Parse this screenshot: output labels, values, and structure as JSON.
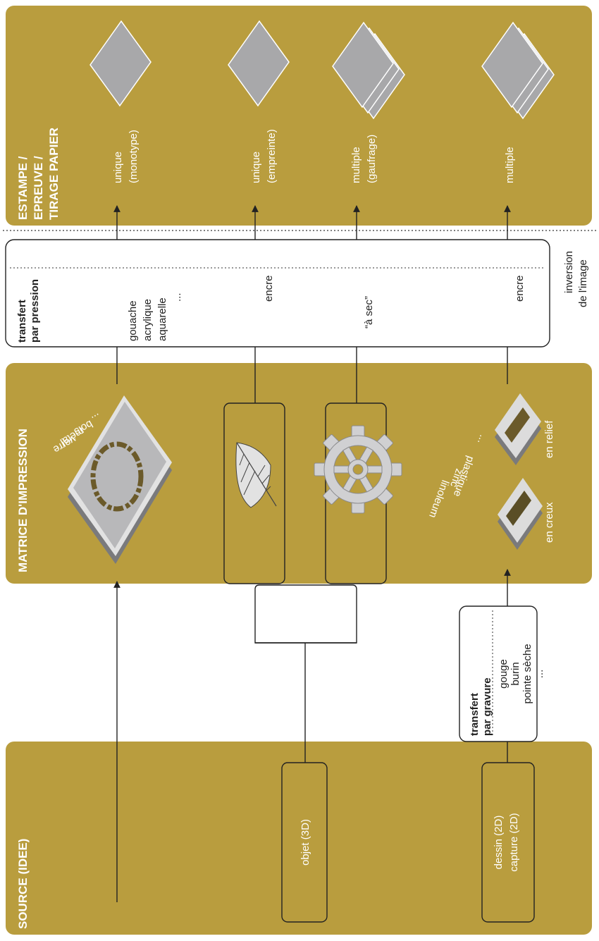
{
  "columns": {
    "source": "SOURCE (IDEE)",
    "matrice": "MATRICE D'IMPRESSION",
    "estampe": [
      "ESTAMPE /",
      "EPREUVE /",
      "TIRAGE PAPIER"
    ]
  },
  "sources": {
    "objet": "objet (3D)",
    "dessin": [
      "dessin (2D)",
      "capture (2D)"
    ]
  },
  "gravure": {
    "title": [
      "transfert",
      "par gravure"
    ],
    "tools": [
      "gouge",
      "burin",
      "pointe sèche",
      "..."
    ]
  },
  "pression": {
    "title": [
      "transfert",
      "par pression"
    ],
    "row1": [
      "gouache",
      "acrylique",
      "aquarelle",
      "..."
    ],
    "row2": "encre",
    "row3": "“à sec”",
    "row4": "encre"
  },
  "matrice": {
    "materials1": [
      "verre",
      "métal",
      "bois",
      "..."
    ],
    "materials2": [
      "linoleum",
      "zinc",
      "plastique",
      "..."
    ],
    "en_creux": "en creux",
    "en_relief": "en relief"
  },
  "outputs": {
    "row1": [
      "unique",
      "(monotype)"
    ],
    "row2": [
      "unique",
      "(empreinte)"
    ],
    "row3": [
      "multiple",
      "(gaufrage)"
    ],
    "row4": "multiple"
  },
  "inversion": [
    "inversion",
    "de l'image"
  ],
  "colors": {
    "gold": "#b99d3e",
    "line": "#222222",
    "gray": "#a8a8aa",
    "darkgray": "#7a7a7c",
    "olive": "#6b5a2a"
  }
}
